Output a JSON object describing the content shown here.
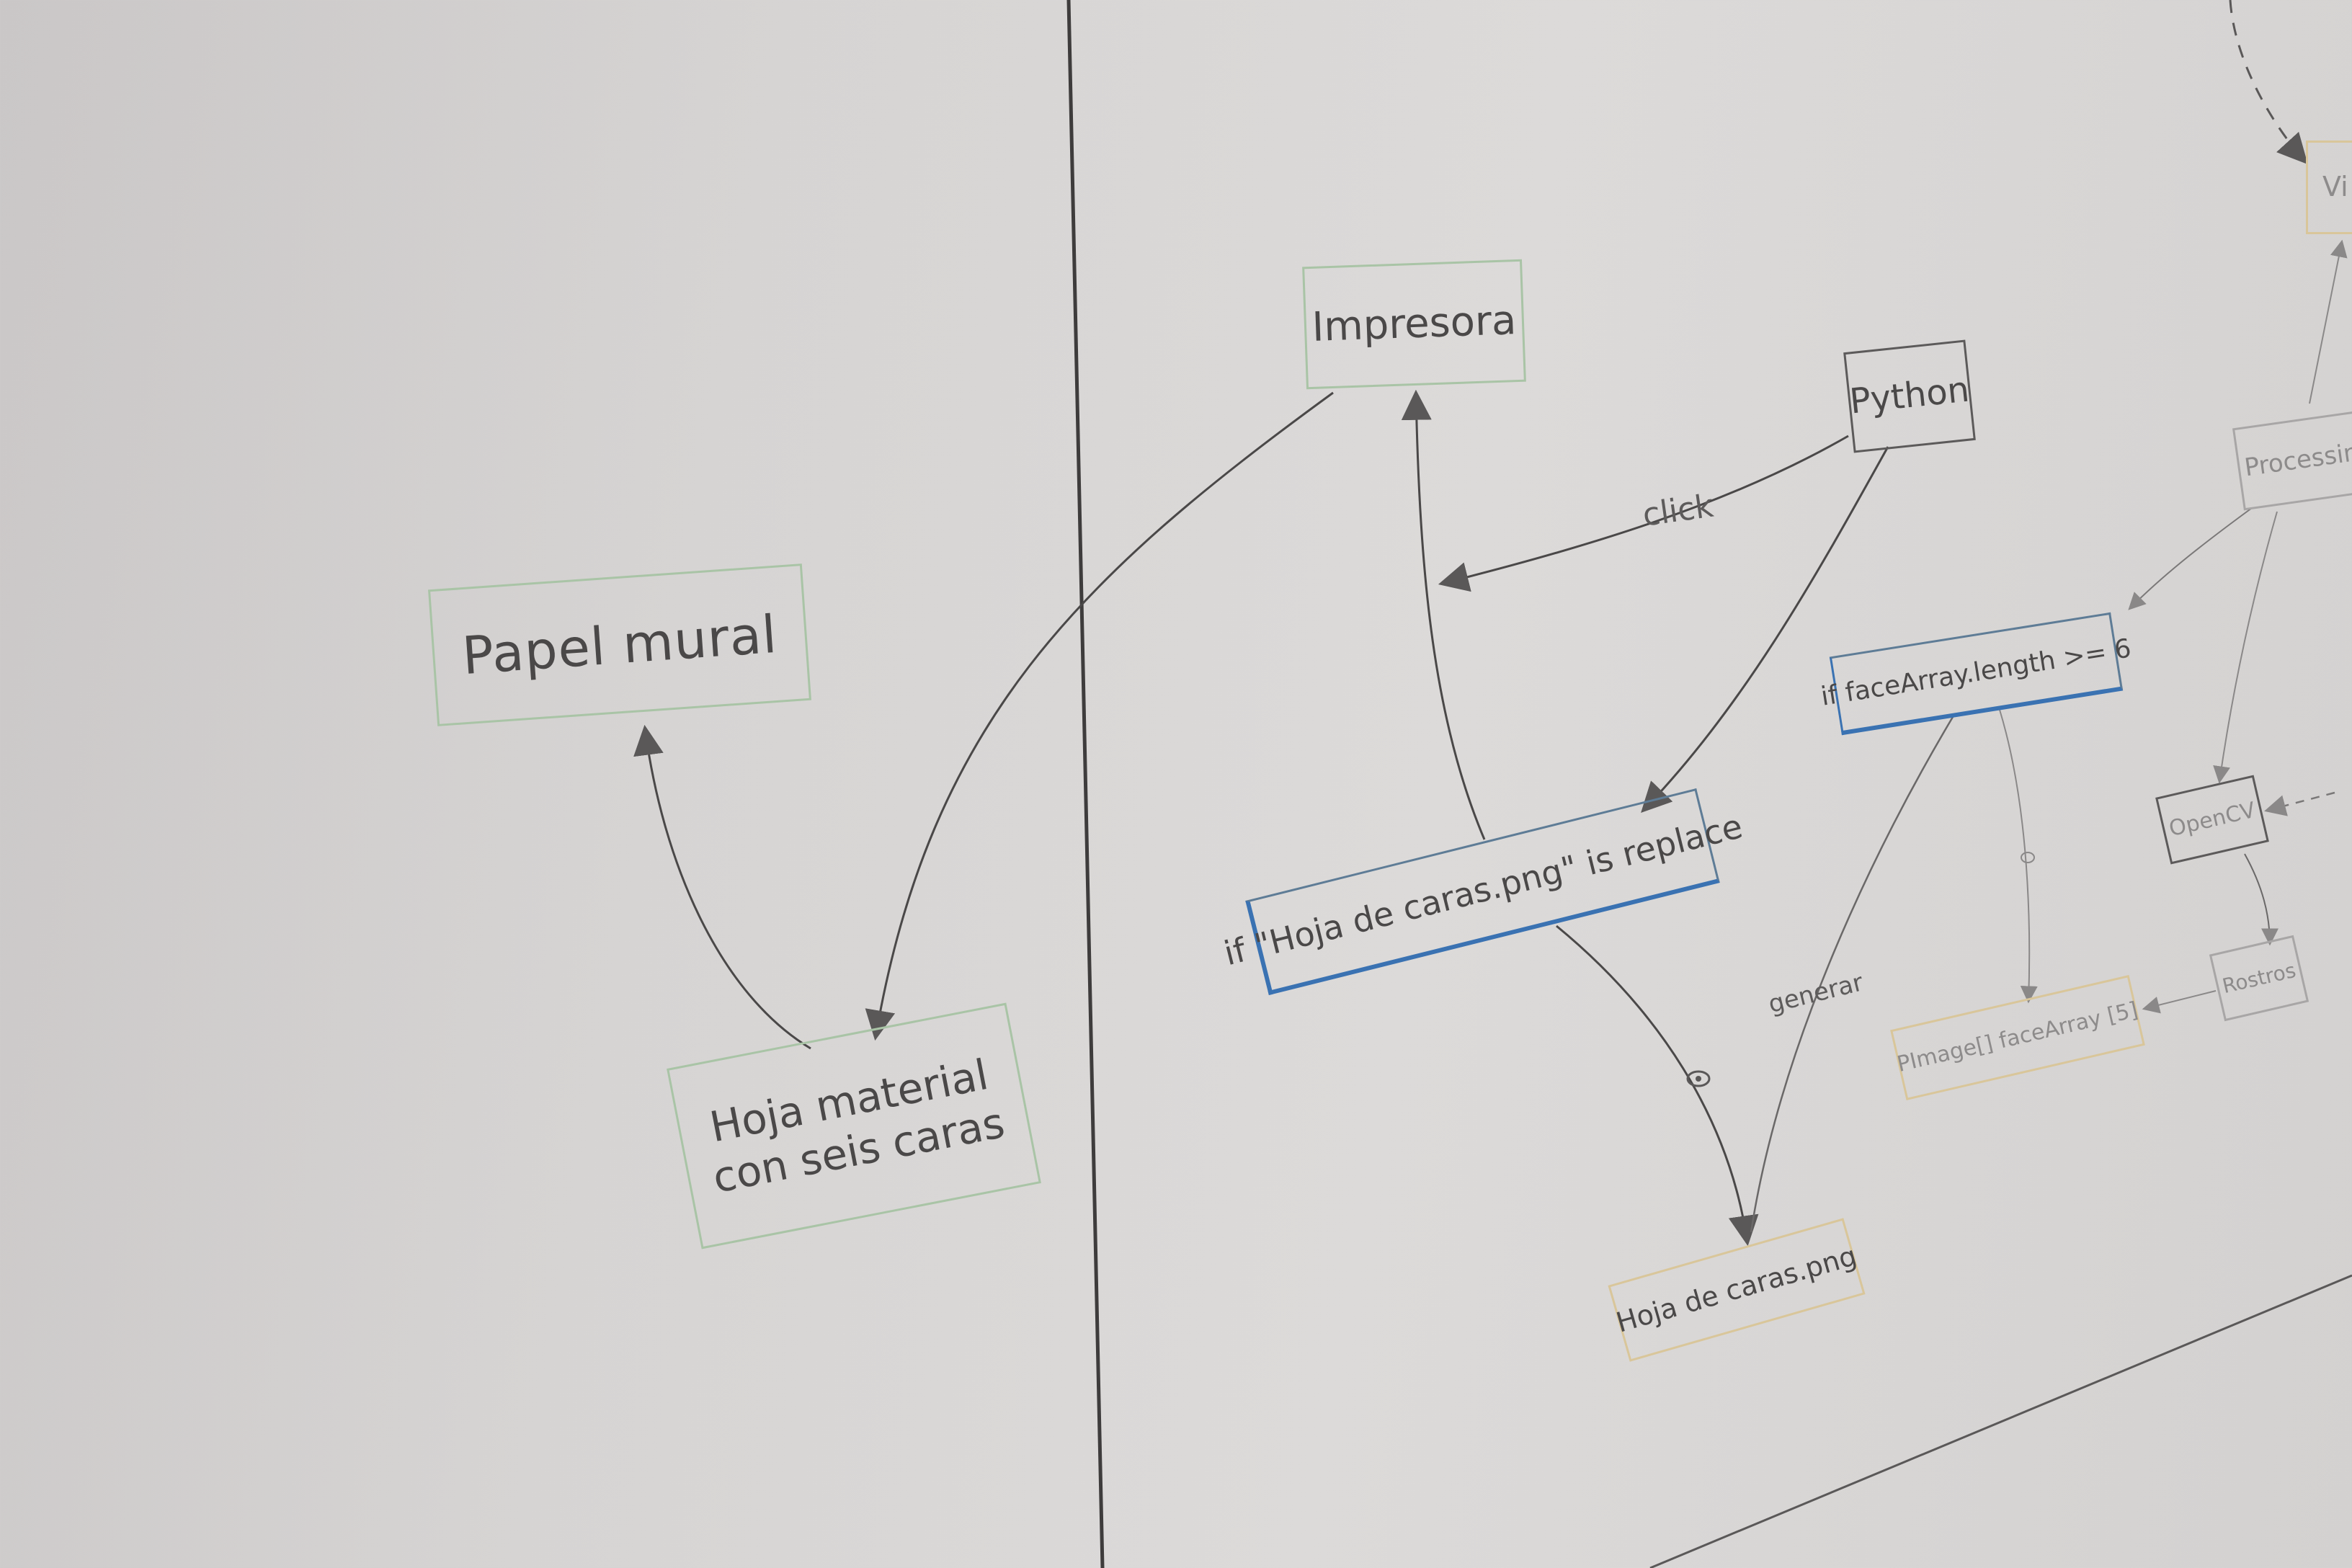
{
  "nodes": {
    "papel_mural": "Papel mural",
    "hoja_material_line1": "Hoja material",
    "hoja_material_line2": "con seis caras",
    "impresora": "Impresora",
    "python": "Python",
    "if_hoja": "if \"Hoja de caras.png\" is replace",
    "if_facearray": "if faceArray.length >= 6",
    "hoja_caras_png": "Hoja de caras.png",
    "processing": "Processing",
    "opencv": "OpenCV",
    "rostros": "Rostros",
    "pimage": "PImage[] faceArray [5]",
    "vid_partial": "Vi"
  },
  "edges": {
    "click_label": "click",
    "generar_label": "generar"
  },
  "colors": {
    "wall": "#d6d4d3",
    "pencil": "#4a4848",
    "green_box": "#a9c4a6",
    "blue_box": "#3a72b2",
    "orange_box": "#d9c69a"
  }
}
